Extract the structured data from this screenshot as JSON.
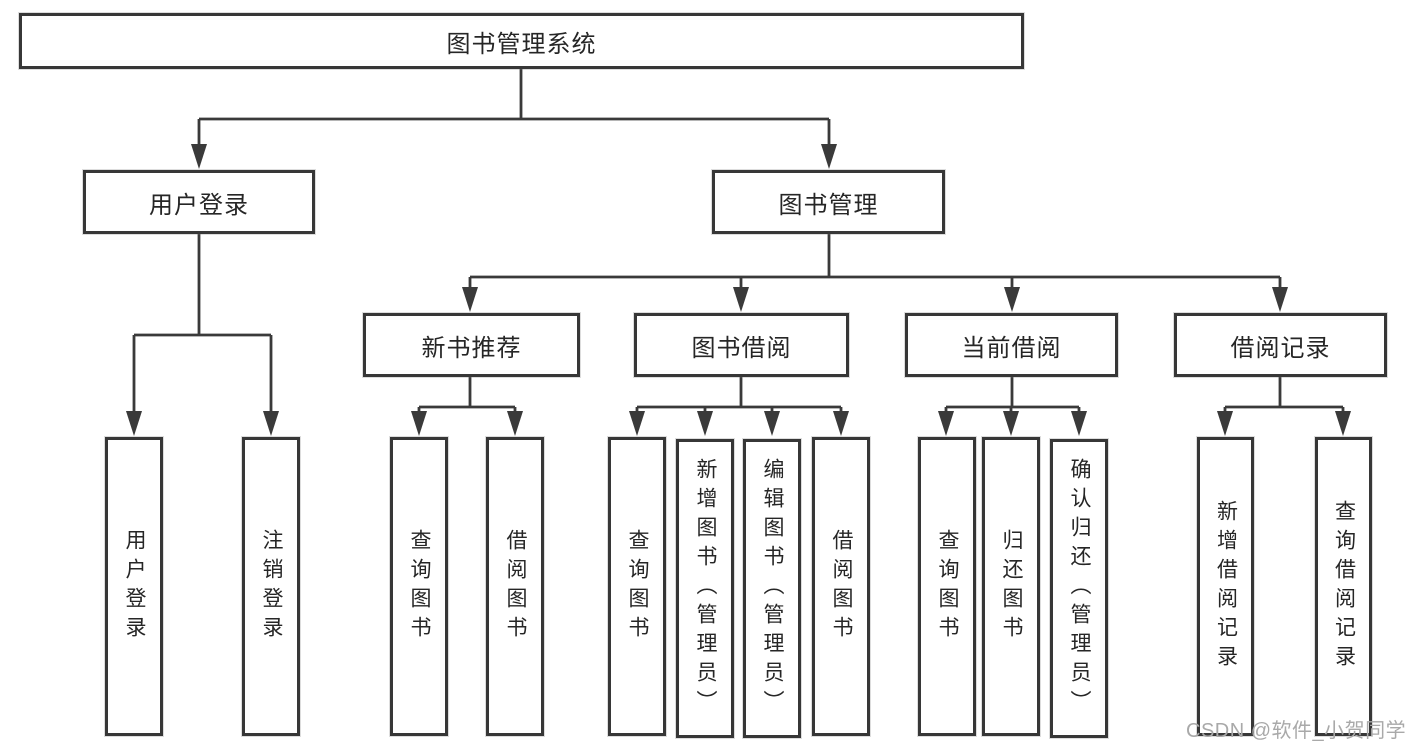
{
  "diagram": {
    "root": "图书管理系统",
    "branches": [
      {
        "label": "用户登录",
        "children": [
          {
            "label": "用户登录"
          },
          {
            "label": "注销登录"
          }
        ]
      },
      {
        "label": "图书管理",
        "children": [
          {
            "label": "新书推荐",
            "children": [
              {
                "label": "查询图书"
              },
              {
                "label": "借阅图书"
              }
            ]
          },
          {
            "label": "图书借阅",
            "children": [
              {
                "label": "查询图书"
              },
              {
                "label": "新增图书（管理员）"
              },
              {
                "label": "编辑图书（管理员）"
              },
              {
                "label": "借阅图书"
              }
            ]
          },
          {
            "label": "当前借阅",
            "children": [
              {
                "label": "查询图书"
              },
              {
                "label": "归还图书"
              },
              {
                "label": "确认归还（管理员）"
              }
            ]
          },
          {
            "label": "借阅记录",
            "children": [
              {
                "label": "新增借阅记录"
              },
              {
                "label": "查询借阅记录"
              }
            ]
          }
        ]
      }
    ]
  },
  "watermark": {
    "text": "CSDN @软件_小贺同学",
    "color": "#a9a9a9"
  },
  "colors": {
    "line": "#3a3a3a",
    "box_border": "#373737",
    "box_bg": "#ffffff",
    "text": "#262626",
    "background": "#ffffff"
  }
}
